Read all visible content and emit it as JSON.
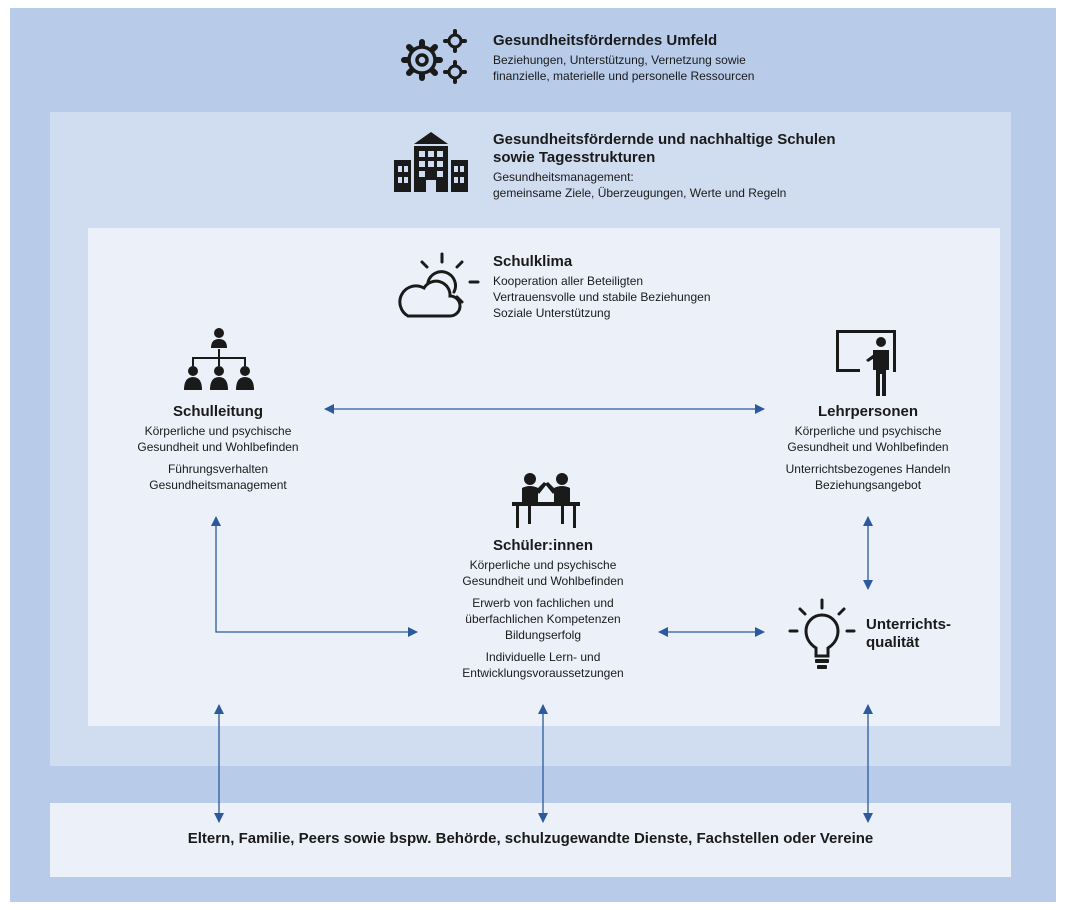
{
  "umfeld": {
    "title": "Gesundheitsförderndes Umfeld",
    "line1": "Beziehungen, Unterstützung, Vernetzung sowie",
    "line2": "finanzielle, materielle und personelle Ressourcen",
    "icon": "gears-icon"
  },
  "schulen": {
    "title1": "Gesundheitsfördernde und nachhaltige Schulen",
    "title2": "sowie Tagesstrukturen",
    "line1": "Gesundheitsmanagement:",
    "line2": "gemeinsame Ziele, Überzeugungen, Werte und Regeln",
    "icon": "school-building-icon"
  },
  "schulklima": {
    "title": "Schulklima",
    "line1": "Kooperation aller Beteiligten",
    "line2": "Vertrauensvolle und stabile Beziehungen",
    "line3": "Soziale Unterstützung",
    "icon": "sun-cloud-icon"
  },
  "schulleitung": {
    "title": "Schulleitung",
    "line1": "Körperliche und psychische",
    "line2": "Gesundheit und Wohlbefinden",
    "line3": "Führungsverhalten",
    "line4": "Gesundheitsmanagement",
    "icon": "org-chart-icon"
  },
  "lehrpersonen": {
    "title": "Lehrpersonen",
    "line1": "Körperliche und psychische",
    "line2": "Gesundheit und Wohlbefinden",
    "line3": "Unterrichtsbezogenes Handeln",
    "line4": "Beziehungsangebot",
    "icon": "teacher-board-icon"
  },
  "schueler": {
    "title": "Schüler:innen",
    "line1": "Körperliche und psychische",
    "line2": "Gesundheit und Wohlbefinden",
    "line3": "Erwerb von fachlichen und",
    "line4": "überfachlichen Kompetenzen",
    "line5": "Bildungserfolg",
    "line6": "Individuelle Lern- und",
    "line7": "Entwicklungsvoraussetzungen",
    "icon": "students-desk-icon"
  },
  "unterricht": {
    "title1": "Unterrichts-",
    "title2": "qualität",
    "icon": "lightbulb-icon"
  },
  "umwelt": {
    "text": "Eltern, Familie, Peers sowie bspw. Behörde, schulzugewandte Dienste, Fachstellen oder Vereine"
  },
  "colors": {
    "outer": "#b8cce9",
    "middle": "#d0dcef",
    "inner": "#ecf0f8",
    "arrow": "#2b5a9e",
    "text": "#1a1a1a"
  }
}
